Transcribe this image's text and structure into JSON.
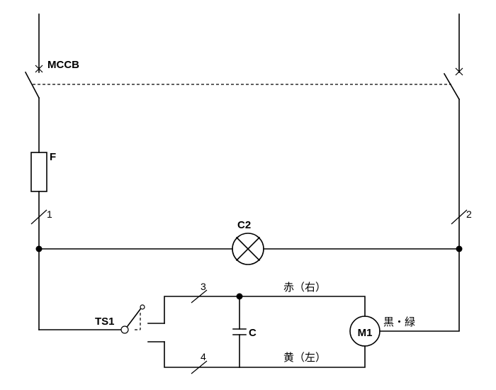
{
  "labels": {
    "breaker": "MCCB",
    "fuse": "F",
    "lamp": "C2",
    "switch": "TS1",
    "capacitor": "C",
    "motor": "M1",
    "motor_common": "黒・緑",
    "wire_red": "赤（右）",
    "wire_yellow": "黄（左）",
    "wire1": "1",
    "wire2": "2",
    "wire3": "3",
    "wire4": "4"
  }
}
